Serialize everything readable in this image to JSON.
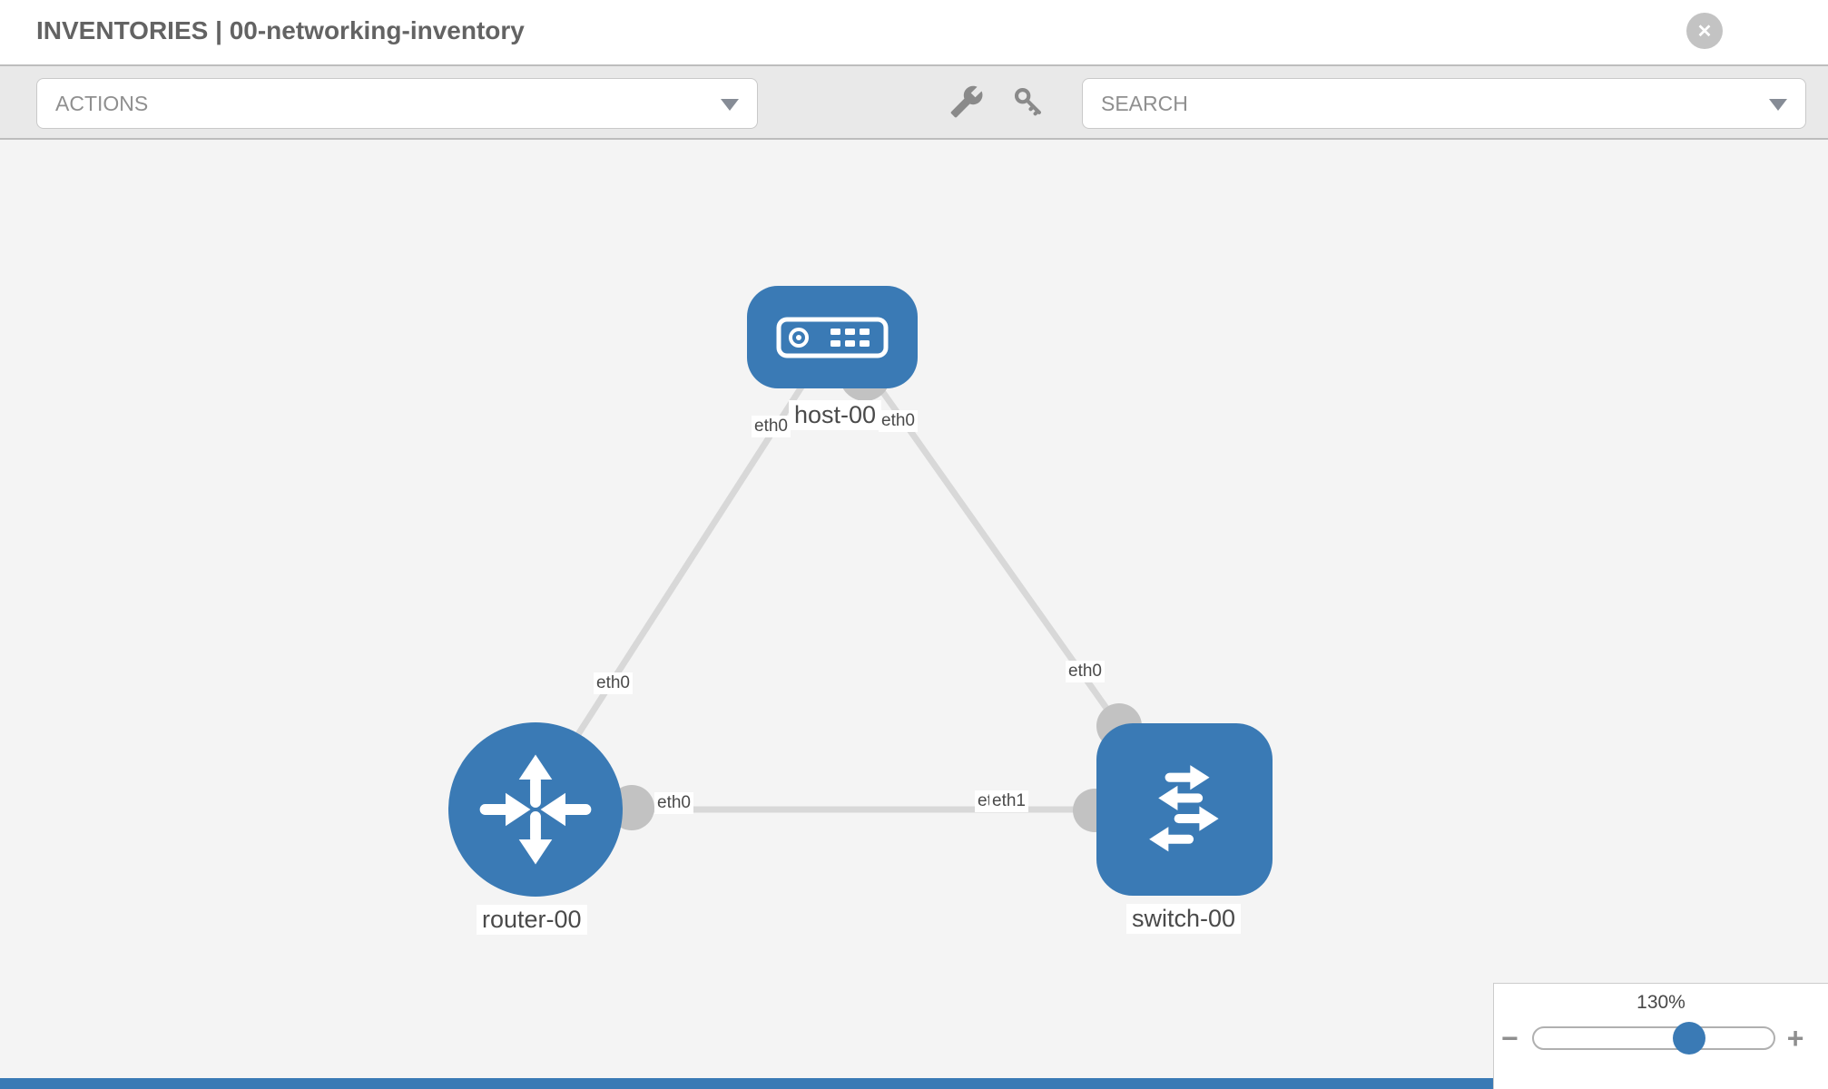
{
  "header": {
    "title": "INVENTORIES | 00-networking-inventory",
    "close_glyph": "✕"
  },
  "toolbar": {
    "actions_label": "ACTIONS",
    "search_placeholder": "SEARCH",
    "icons": [
      "wrench-icon",
      "key-icon"
    ]
  },
  "diagram": {
    "nodes": [
      {
        "id": "host-00",
        "type": "host",
        "label": "host-00"
      },
      {
        "id": "router-00",
        "type": "router",
        "label": "router-00"
      },
      {
        "id": "switch-00",
        "type": "switch",
        "label": "switch-00"
      }
    ],
    "links": [
      {
        "from": "host-00",
        "to": "router-00",
        "labels": {
          "host_side": "eth0",
          "router_side": "eth0"
        }
      },
      {
        "from": "host-00",
        "to": "switch-00",
        "labels": {
          "host_side": "eth0",
          "switch_side": "eth0"
        }
      },
      {
        "from": "router-00",
        "to": "switch-00",
        "labels": {
          "router_side": "eth0",
          "switch_side_back": "eth0",
          "switch_side_front": "eth1"
        }
      }
    ]
  },
  "zoom_control": {
    "level": "130%",
    "minus_glyph": "−",
    "plus_glyph": "+"
  },
  "colors": {
    "node_blue": "#3a7ab5",
    "edge_gray": "#d8d8d8",
    "connector_gray": "#c2c2c2",
    "canvas_bg": "#f4f4f4",
    "toolbar_bg": "#e9e9e9"
  }
}
